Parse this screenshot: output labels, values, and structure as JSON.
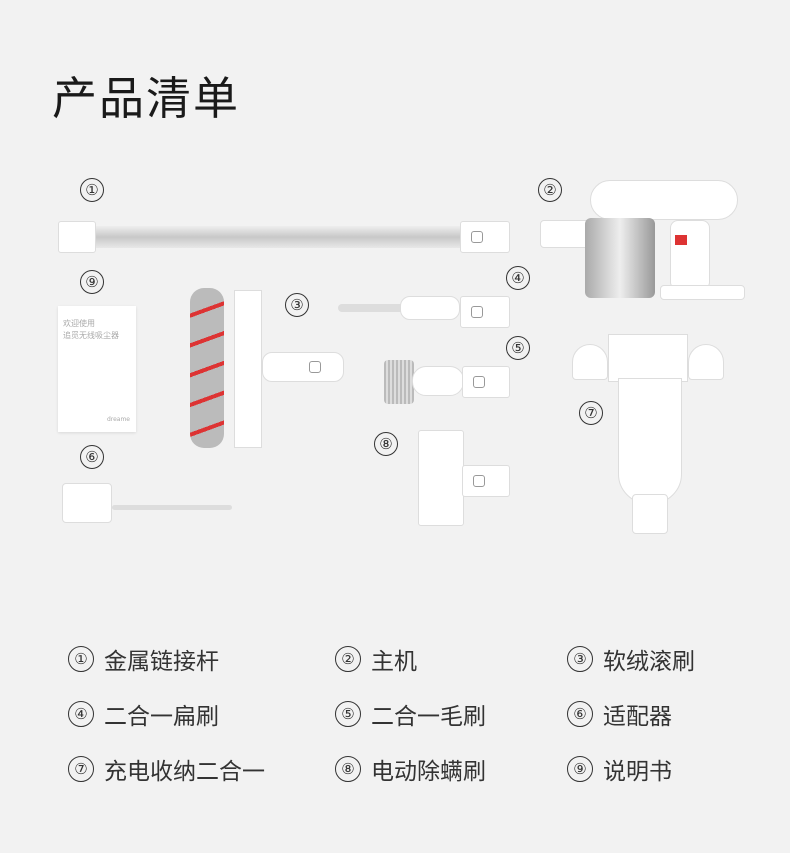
{
  "title": "产品清单",
  "markers": [
    "①",
    "②",
    "③",
    "④",
    "⑤",
    "⑥",
    "⑦",
    "⑧",
    "⑨"
  ],
  "manual": {
    "line1": "欢迎使用",
    "line2": "追觅无线吸尘器",
    "brand": "dreame"
  },
  "legend": [
    {
      "num": "①",
      "label": "金属链接杆"
    },
    {
      "num": "②",
      "label": "主机"
    },
    {
      "num": "③",
      "label": "软绒滚刷"
    },
    {
      "num": "④",
      "label": "二合一扁刷"
    },
    {
      "num": "⑤",
      "label": "二合一毛刷"
    },
    {
      "num": "⑥",
      "label": "适配器"
    },
    {
      "num": "⑦",
      "label": "充电收纳二合一"
    },
    {
      "num": "⑧",
      "label": "电动除螨刷"
    },
    {
      "num": "⑨",
      "label": "说明书"
    }
  ]
}
